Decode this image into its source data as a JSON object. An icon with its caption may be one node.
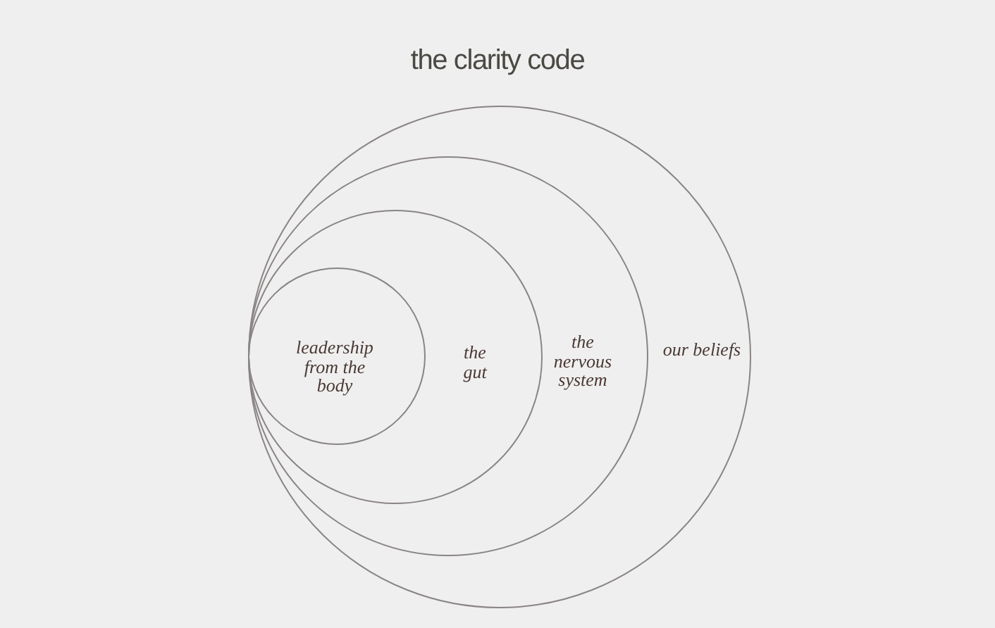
{
  "diagram": {
    "title": "the clarity code",
    "nodes": [
      {
        "text": [
          "our beliefs"
        ]
      },
      {
        "text": [
          "the nervous system"
        ],
        "in": 0
      },
      {
        "text": [
          "the gut"
        ],
        "in": 1
      },
      {
        "text": [
          "leadership from the body"
        ],
        "in": 2
      }
    ]
  }
}
